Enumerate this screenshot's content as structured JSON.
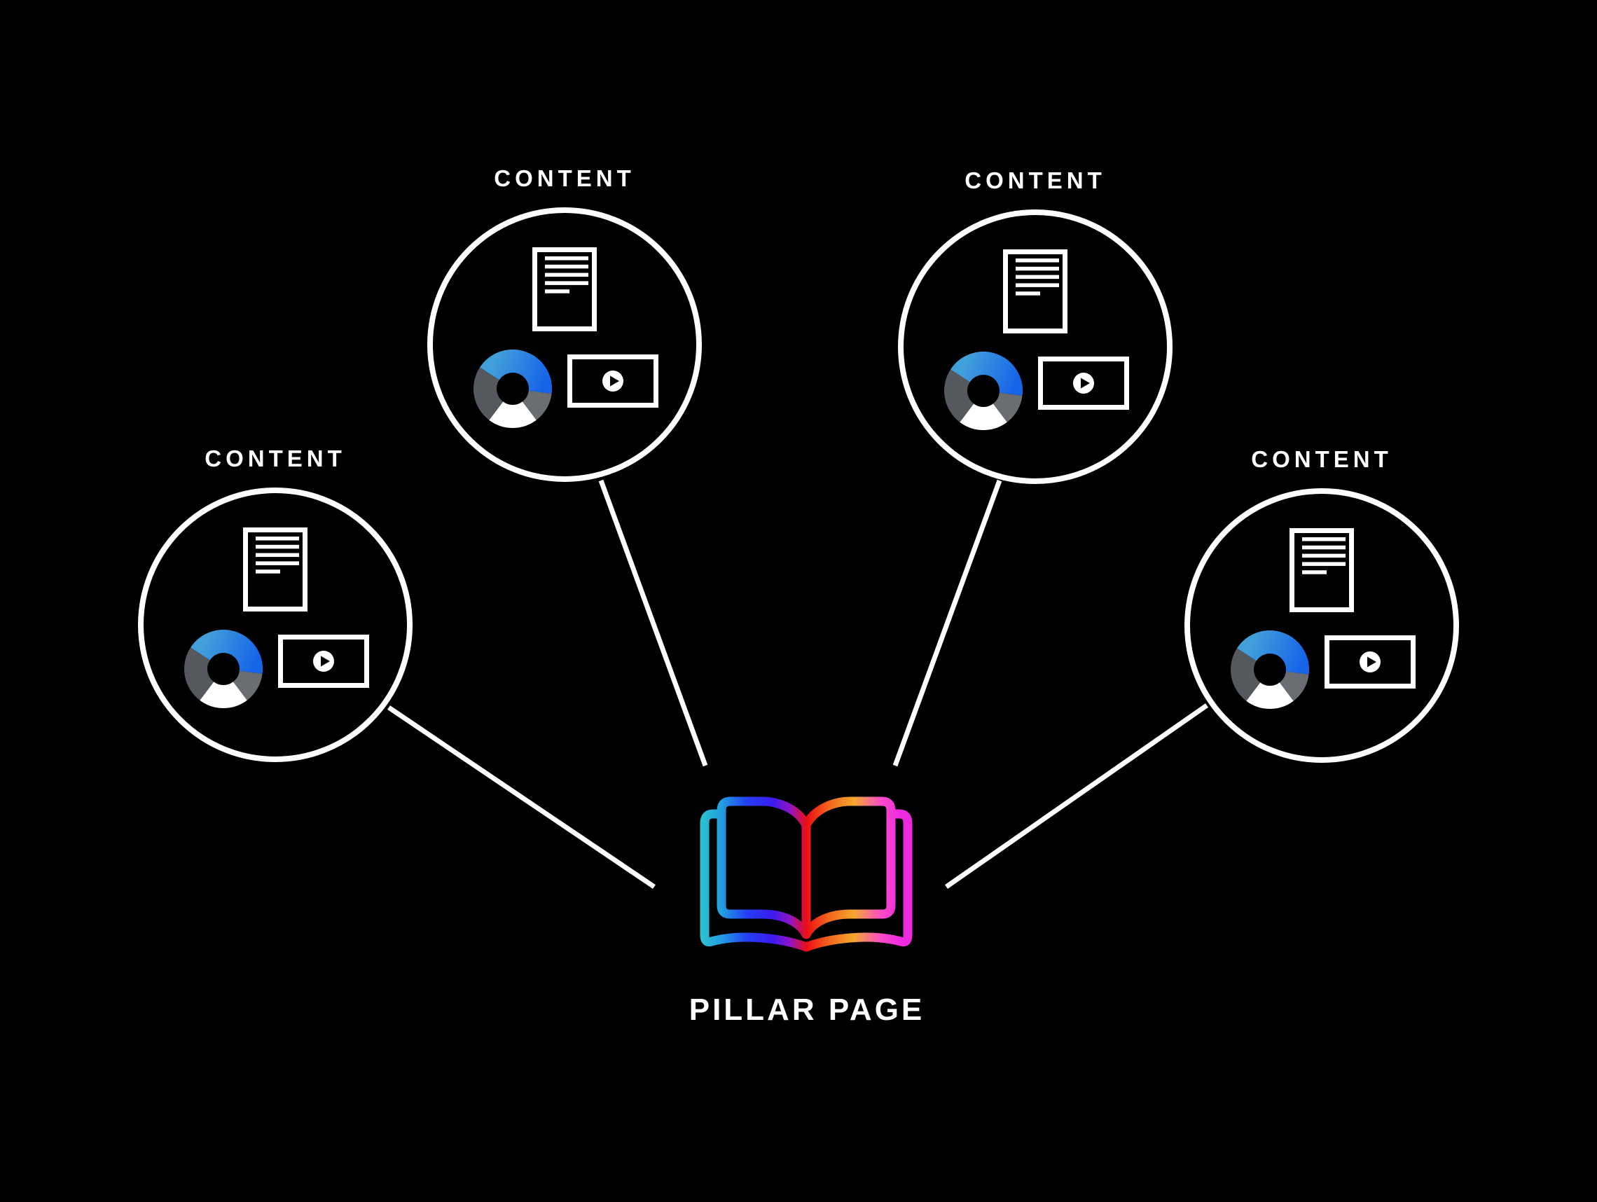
{
  "diagram": {
    "background": "#000000",
    "title": {
      "label": "PILLAR PAGE"
    },
    "center": {
      "icon": "open-book-icon"
    },
    "nodes": [
      {
        "id": "left",
        "label": "CONTENT"
      },
      {
        "id": "top-left",
        "label": "CONTENT"
      },
      {
        "id": "top-right",
        "label": "CONTENT"
      },
      {
        "id": "right",
        "label": "CONTENT"
      }
    ],
    "node_icons": [
      "document-icon",
      "donut-chart-icon",
      "video-player-icon"
    ],
    "connector_count": 4,
    "colors": {
      "line": "#FFFFFF",
      "circle_stroke": "#FFFFFF",
      "donut_blue_start": "#41A0DA",
      "donut_blue_end": "#1664E8",
      "donut_gray_left": "#55585C",
      "donut_gray_right": "#6A6D71",
      "donut_white": "#FFFFFF",
      "book_gradient": [
        "#2EC4CF",
        "#22A0E0",
        "#2240F5",
        "#3C1BF2",
        "#8E14C8",
        "#ED0E13",
        "#F2641E",
        "#F4A82E",
        "#FA4FC3",
        "#F32BE0",
        "#E629DC"
      ]
    }
  }
}
